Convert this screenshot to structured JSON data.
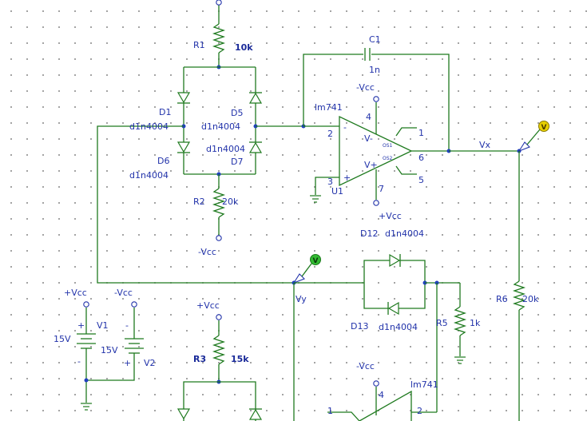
{
  "labels": {
    "r1": "R1",
    "r1_val": "10k",
    "c1": "C1",
    "c1_val": "1n",
    "neg_vcc_top": "-Vcc",
    "opamp_u1": "lm741",
    "u1": "U1",
    "pin4": "4",
    "pin2": "2",
    "pin3": "3",
    "pin6": "6",
    "pin7": "7",
    "pin1": "1",
    "pin5": "5",
    "vminus": "V-",
    "vplus": "V+",
    "os1": "OS1",
    "os2": "OS2",
    "pos_vcc_u1": "+Vcc",
    "d1": "D1",
    "d1_val": "d1n4004",
    "d5": "D5",
    "d5_val": "d1n4004",
    "d6": "D6",
    "d6_val": "d1n4004",
    "d7": "D7",
    "d7_val": "d1n4004",
    "r2": "R2",
    "r2_val": "20k",
    "neg_vcc_r2": "-Vcc",
    "vx": "Vx",
    "d12": "D12",
    "d12_val": "d1n4004",
    "vy": "Vy",
    "d13": "D13",
    "d13_val": "d1n4004",
    "r5": "R5",
    "r5_val": "1k",
    "r6": "R6",
    "r6_val": "20k",
    "v1_top": "+Vcc",
    "v2_top": "-Vcc",
    "v1": "V1",
    "v2": "V2",
    "v1_val": "15V",
    "v2_val": "15V",
    "v1_plus": "+",
    "v1_minus": "-",
    "v2_minus": "-",
    "v2_plus": "+",
    "r3_top": "+Vcc",
    "r3": "R3",
    "r3_val": "15k",
    "neg_vcc_bottom": "-Vcc",
    "pin4b": "4",
    "opamp_u2": "lm741",
    "pin1b": "1",
    "pin2b": "2",
    "probe_v": "V",
    "probe_v2": "V"
  },
  "colors": {
    "wire": "#1f7a1f",
    "text": "#2233aa",
    "probe": "#e8d000",
    "probe_green": "#33bb33"
  }
}
